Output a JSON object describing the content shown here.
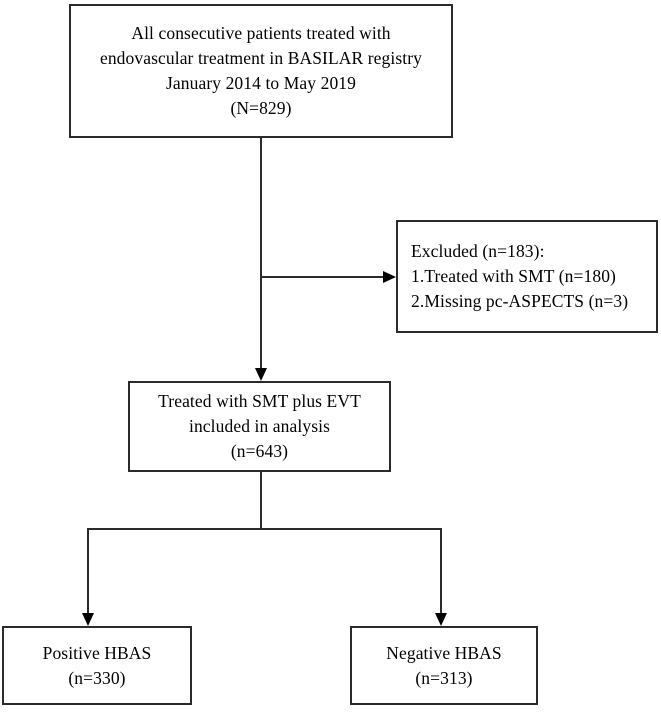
{
  "chart_data": {
    "type": "diagram",
    "diagram_kind": "patient-flow-flowchart",
    "title": "",
    "nodes": [
      {
        "id": "enrollment",
        "lines": [
          "All consecutive patients treated with",
          "endovascular treatment in BASILAR registry",
          "January 2014 to May 2019",
          "(N=829)"
        ],
        "count": 829,
        "count_label": "(N=829)",
        "align": "center"
      },
      {
        "id": "excluded",
        "lines": [
          "Excluded (n=183):",
          "1.Treated with SMT (n=180)",
          "2.Missing pc-ASPECTS (n=3)"
        ],
        "count": 183,
        "count_label": "(n=183)",
        "align": "left",
        "reasons": [
          {
            "number": "1.",
            "label": "Treated with SMT",
            "count": 180
          },
          {
            "number": "2.",
            "label": "Missing pc-ASPECTS",
            "count": 3
          }
        ]
      },
      {
        "id": "included",
        "lines": [
          "Treated with SMT plus EVT",
          "included in analysis",
          "(n=643)"
        ],
        "count": 643,
        "count_label": "(n=643)",
        "align": "center"
      },
      {
        "id": "positive-hbas",
        "lines": [
          "Positive HBAS",
          "(n=330)"
        ],
        "count": 330,
        "count_label": "(n=330)",
        "align": "center"
      },
      {
        "id": "negative-hbas",
        "lines": [
          "Negative HBAS",
          "(n=313)"
        ],
        "count": 313,
        "count_label": "(n=313)",
        "align": "center"
      }
    ],
    "edges": [
      {
        "from": "enrollment",
        "to": "excluded",
        "direction": "right"
      },
      {
        "from": "enrollment",
        "to": "included",
        "direction": "down"
      },
      {
        "from": "included",
        "to": "positive-hbas",
        "direction": "down"
      },
      {
        "from": "included",
        "to": "negative-hbas",
        "direction": "down"
      }
    ],
    "colors": {
      "box_border": "#2b2b2b",
      "box_fill": "#ffffff",
      "connector": "#2b2b2b",
      "arrowhead": "#000000",
      "text": "#000000",
      "background": "#ffffff"
    }
  },
  "enrollment": {
    "line1": "All consecutive patients treated with",
    "line2": "endovascular treatment in BASILAR registry",
    "line3": "January 2014 to May 2019",
    "line4": "(N=829)"
  },
  "excluded": {
    "line1": "Excluded (n=183):",
    "line2": "1.Treated with SMT (n=180)",
    "line3": "2.Missing pc-ASPECTS (n=3)"
  },
  "included": {
    "line1": "Treated with SMT plus EVT",
    "line2": "included in analysis",
    "line3": "(n=643)"
  },
  "positive": {
    "line1": "Positive HBAS",
    "line2": "(n=330)"
  },
  "negative": {
    "line1": "Negative HBAS",
    "line2": "(n=313)"
  }
}
